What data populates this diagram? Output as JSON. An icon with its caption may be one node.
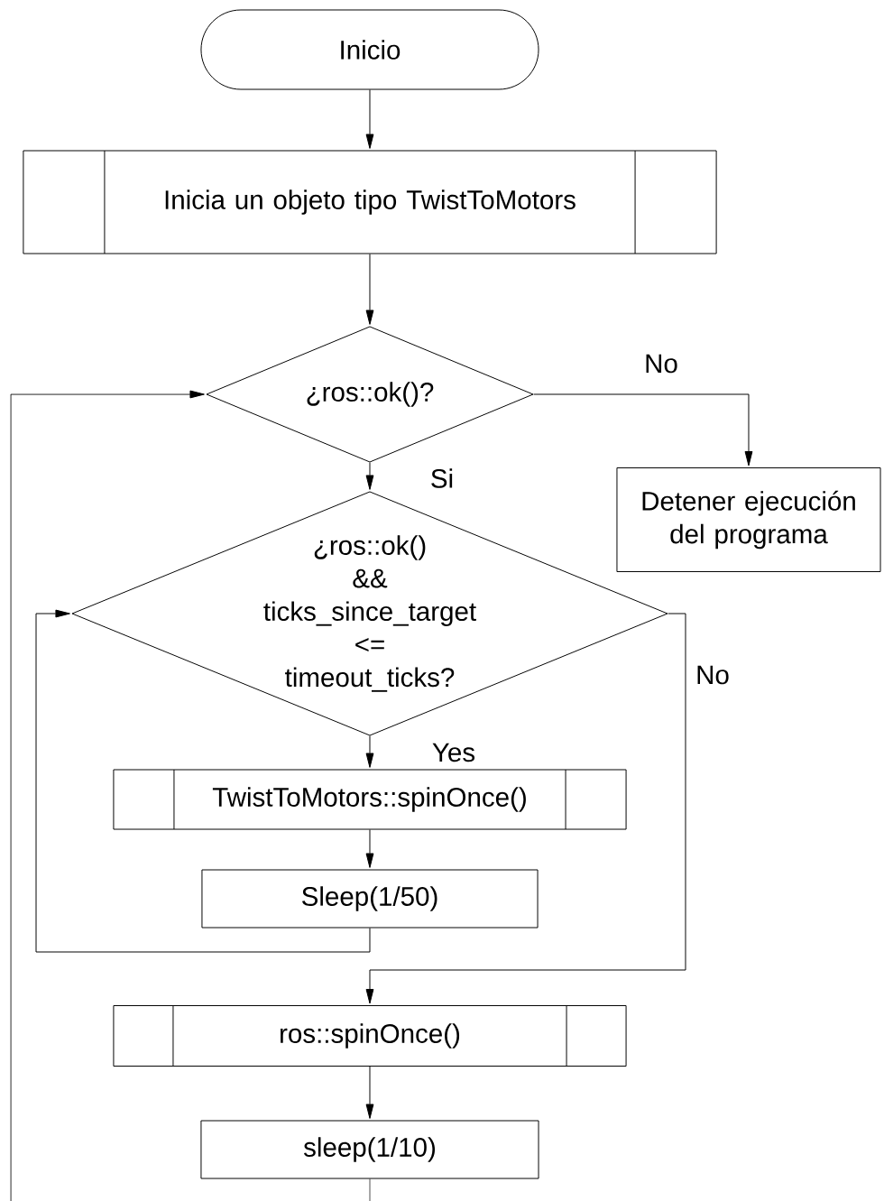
{
  "diagram": {
    "nodes": [
      {
        "text": [
          "Inicio"
        ]
      },
      {
        "text": [
          "Inicia un objeto tipo TwistToMotors"
        ]
      },
      {
        "text": [
          "¿ros::ok()?"
        ]
      },
      {
        "text": [
          "Detener ejecución del programa"
        ]
      },
      {
        "text": [
          "¿ros::ok() && ticks_since_target <= timeout_ticks?"
        ]
      },
      {
        "text": [
          "TwistToMotors::spinOnce()"
        ]
      },
      {
        "text": [
          "Sleep(1/50)"
        ]
      },
      {
        "text": [
          "ros::spinOnce()"
        ]
      },
      {
        "text": [
          "sleep(1/10)"
        ]
      }
    ],
    "edges": [
      {
        "from": 0,
        "to": 1,
        "arrow": "to"
      },
      {
        "from": 1,
        "to": 2,
        "arrow": "to"
      },
      {
        "from": 2,
        "to": 3,
        "arrow": "to",
        "label": "No"
      },
      {
        "from": 2,
        "to": 4,
        "arrow": "to",
        "label": "Si"
      },
      {
        "from": 4,
        "to": 5,
        "arrow": "to",
        "label": "Yes"
      },
      {
        "from": 5,
        "to": 6,
        "arrow": "to"
      },
      {
        "from": 6,
        "to": 4,
        "arrow": "to"
      },
      {
        "from": 4,
        "to": 7,
        "arrow": "to",
        "label": "No"
      },
      {
        "from": 7,
        "to": 8,
        "arrow": "to"
      },
      {
        "from": 8,
        "to": null,
        "arrow": "none"
      },
      {
        "from": null,
        "to": 2,
        "arrow": "to"
      }
    ]
  }
}
